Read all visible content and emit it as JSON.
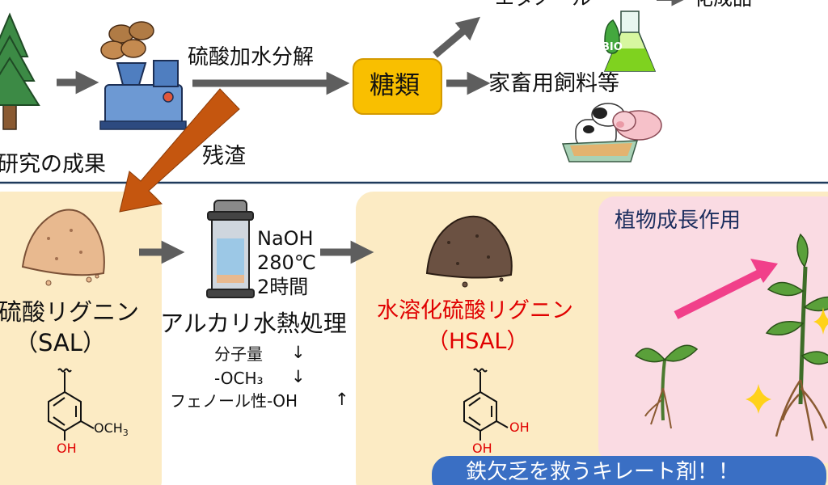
{
  "top": {
    "cut_off_label_1": "エタノール",
    "cut_off_label_2": "化成品",
    "hydrolysis_label": "硫酸加水分解",
    "sugar_label": "糖類",
    "feed_label": "家畜用飼料等",
    "residue_label": "残渣",
    "results_label": "研究の成果",
    "bio_label": "BIO"
  },
  "bottom": {
    "sal_name": "硫酸リグニン",
    "sal_abbr": "（SAL）",
    "sal_och3": "OCH",
    "sal_och3_sub": "3",
    "sal_oh": "OH",
    "conditions": [
      "NaOH",
      "280℃",
      "2時間"
    ],
    "treatment_label": "アルカリ水熱処理",
    "changes": [
      {
        "label": "分子量",
        "arrow": "↓"
      },
      {
        "label": "-OCH₃",
        "arrow": "↓"
      },
      {
        "label": "フェノール性-OH",
        "arrow": "↑"
      }
    ],
    "hsal_name": "水溶化硫酸リグニン",
    "hsal_abbr": "（HSAL）",
    "hsal_oh1": "OH",
    "hsal_oh2": "OH",
    "plant_label": "植物成長作用",
    "banner": "鉄欠乏を救うキレート剤！！"
  },
  "colors": {
    "sugar_box": "#f9bf00",
    "beige_panel": "#fcebc4",
    "pink_panel": "#fadbe3",
    "banner": "#3a6fc4",
    "residue_arrow": "#c5560f",
    "gray_arrow": "#5e5e5e",
    "pink_arrow": "#f1408a",
    "red_text": "#e00000",
    "divider": "#1f3a5c"
  }
}
